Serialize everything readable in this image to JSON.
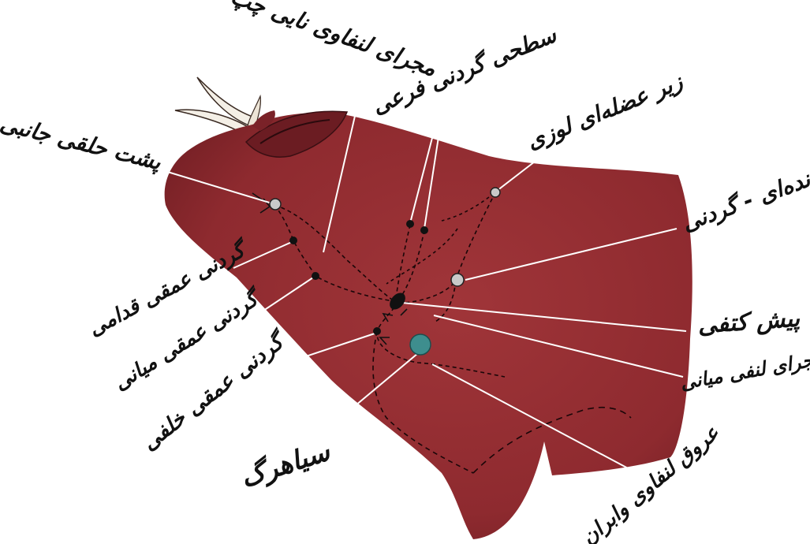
{
  "labels": {
    "retropharyngeal_lateral": "پشت حلقی جانبی",
    "left_tracheal_duct": "مجرای لنفاوی نایی چپ",
    "superficial_cervical_accessory": "سطحی گردنی فرعی",
    "subrhomboid": "زیر عضله‌ای لوزی",
    "costocervical": "دنده‌ای - گردنی",
    "prescapular": "پیش کتفی",
    "cranial_deep_cervical": "گردنی عمقی قدامی",
    "middle_deep_cervical": "گردنی عمقی میانی",
    "caudal_deep_cervical": "گردنی عمقی خلفی",
    "jugular_vein": "سیاهرگ",
    "mediastinal_duct": "مجرای لنفی میانی",
    "afferent_vessels": "عروق لنفاوی وابران"
  },
  "colors": {
    "body": "#8e2a2f",
    "body_dark": "#6b1c22",
    "body_light": "#a63b3e",
    "node_dark": "#111111",
    "node_light": "#c9c9c9",
    "node_teal": "#3e8e8e",
    "leader": "#ffffff",
    "text": "#111111"
  }
}
